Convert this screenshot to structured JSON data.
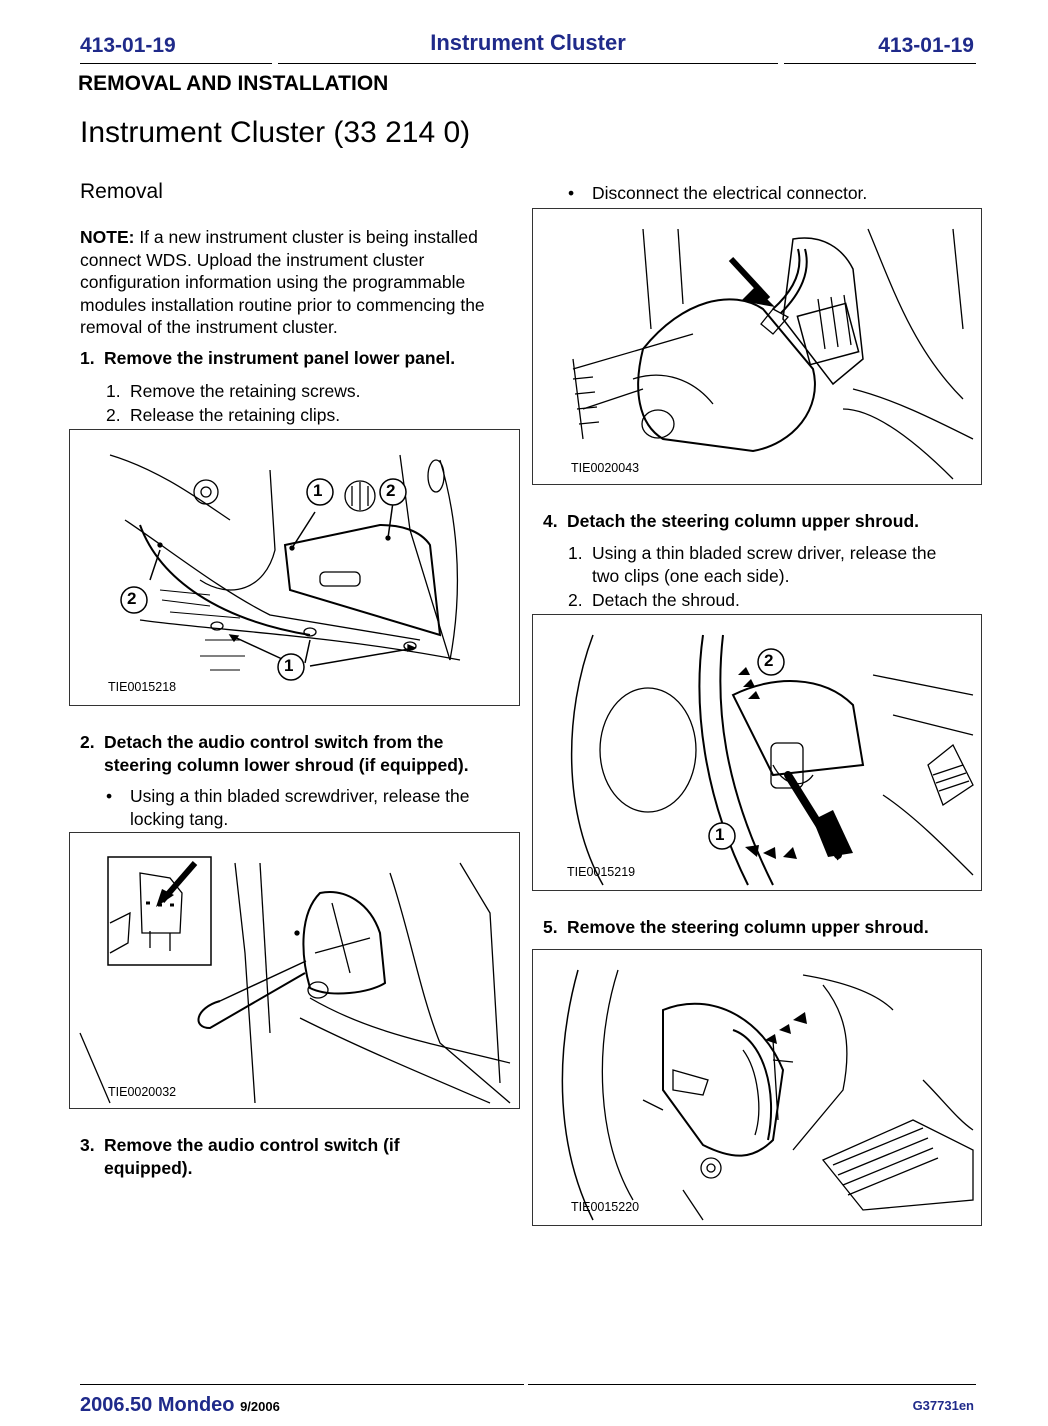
{
  "header": {
    "code_left": "413-01-19",
    "title": "Instrument Cluster",
    "code_right": "413-01-19"
  },
  "section": "REMOVAL AND INSTALLATION",
  "doc_title": "Instrument Cluster (33 214 0)",
  "removal": "Removal",
  "note": {
    "label": "NOTE:",
    "text": " If a new instrument cluster is being installed connect WDS. Upload the instrument cluster configuration information using the programmable modules installation routine prior to commencing the removal of the instrument cluster."
  },
  "steps": [
    {
      "num": "1.",
      "text": "Remove the instrument panel lower panel.",
      "subs": [
        {
          "num": "1.",
          "text": "Remove the retaining screws."
        },
        {
          "num": "2.",
          "text": "Release the retaining clips."
        }
      ],
      "figure": "TIE0015218",
      "callouts": [
        "1",
        "2",
        "2",
        "1"
      ]
    },
    {
      "num": "2.",
      "text": "Detach the audio control switch from the\nsteering column lower shroud (if equipped).",
      "subs": [
        {
          "num": "•",
          "text": "Using a thin bladed screwdriver, release the\nlocking tang."
        }
      ],
      "figure": "TIE0020032"
    },
    {
      "num": "3.",
      "text": "Remove the audio control switch (if\nequipped)."
    },
    {
      "num": "•",
      "text": "Disconnect the electrical connector.",
      "figure": "TIE0020043"
    },
    {
      "num": "4.",
      "text": "Detach the steering column upper shroud.",
      "subs": [
        {
          "num": "1.",
          "text": "Using a thin bladed screw driver, release the\ntwo clips (one each side)."
        },
        {
          "num": "2.",
          "text": "Detach the shroud."
        }
      ],
      "figure": "TIE0015219",
      "callouts": [
        "2",
        "1"
      ]
    },
    {
      "num": "5.",
      "text": "Remove the steering column upper shroud.",
      "figure": "TIE0015220"
    }
  ],
  "footer": {
    "model": "2006.50 Mondeo",
    "date": "9/2006",
    "code": "G37731en"
  },
  "colors": {
    "accent": "#1f2a8a"
  }
}
